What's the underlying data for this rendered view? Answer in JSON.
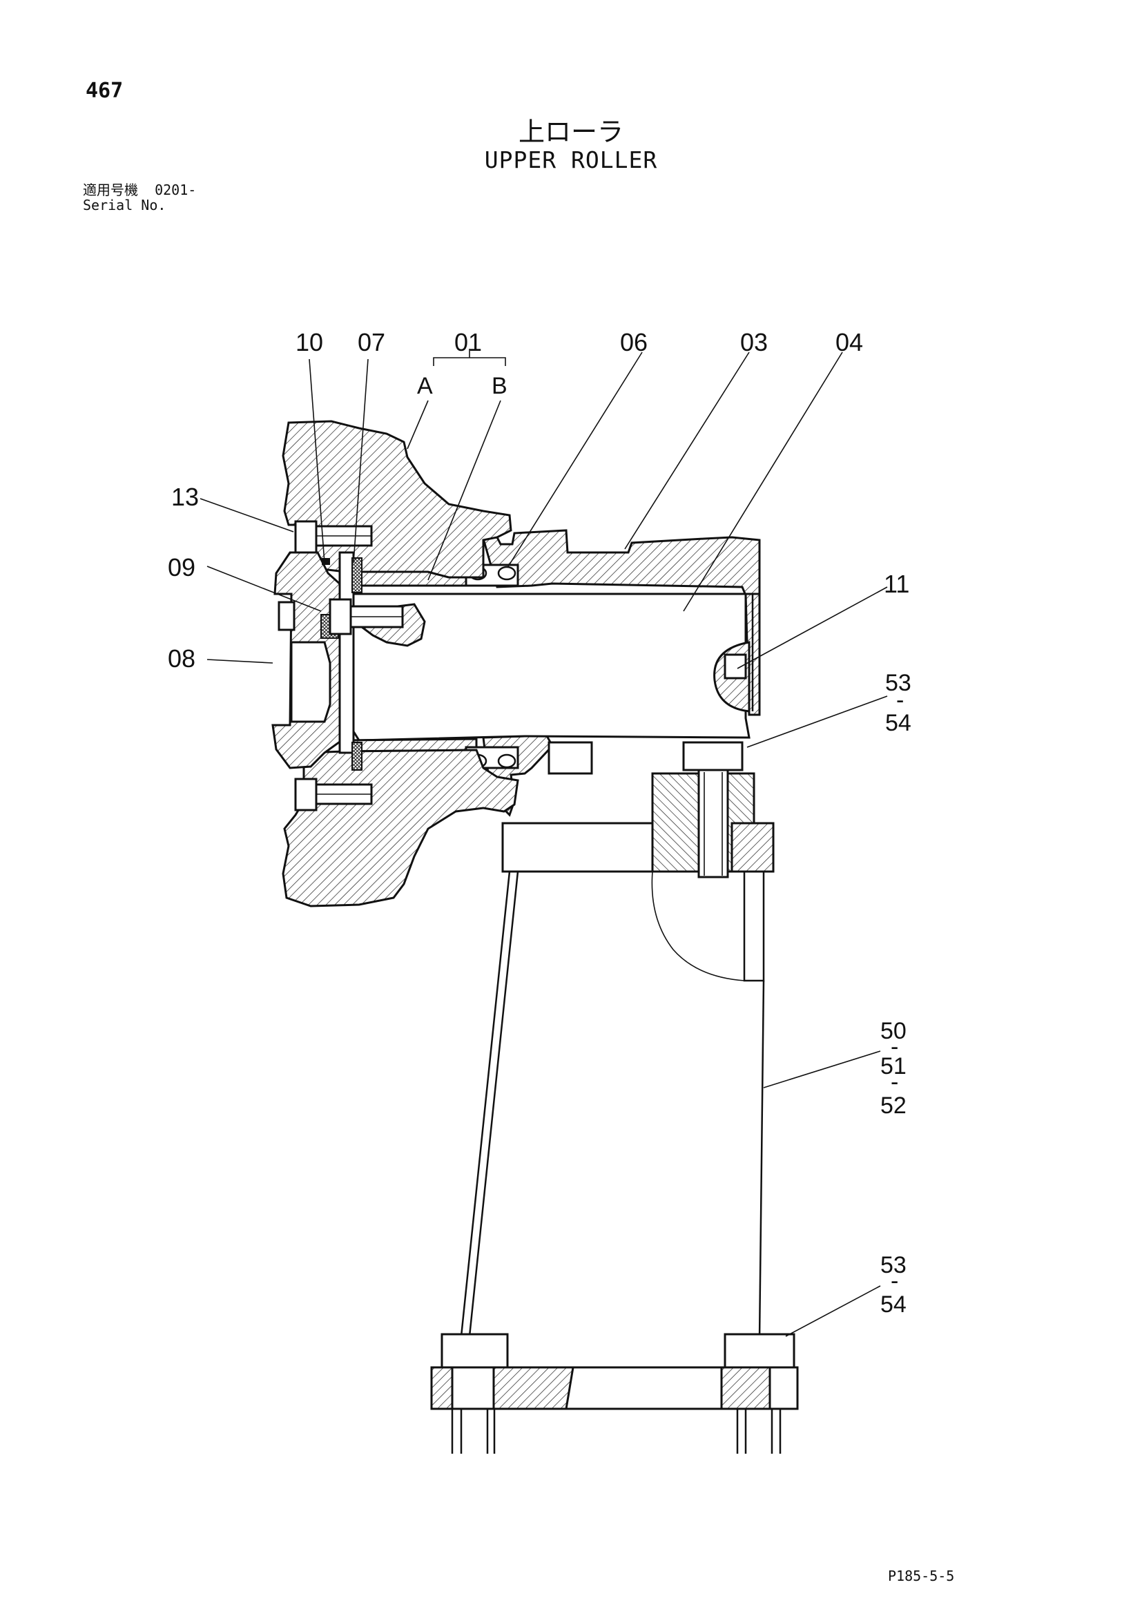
{
  "header": {
    "page_number": "467",
    "title_jp": "上ローラ",
    "title_en": "UPPER ROLLER",
    "serial_label_jp": "適用号機",
    "serial_value": "0201-",
    "serial_label_en": "Serial No."
  },
  "callouts": {
    "c10": "10",
    "c07": "07",
    "c01": "01",
    "c01a": "A",
    "c01b": "B",
    "c06": "06",
    "c03": "03",
    "c04": "04",
    "c13": "13",
    "c09": "09",
    "c08": "08",
    "c11": "11",
    "c53_54_upper": [
      "53",
      "-",
      "54"
    ],
    "c50_51_52": [
      "50",
      "-",
      "51",
      "-",
      "52"
    ],
    "c53_54_lower": [
      "53",
      "-",
      "54"
    ]
  },
  "footer": {
    "doc_code": "P185-5-5"
  }
}
